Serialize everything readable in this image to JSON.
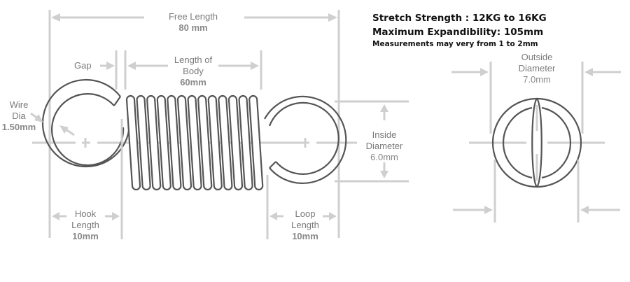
{
  "specs": {
    "stretch_strength": "Stretch Strength : 12KG to 16KG",
    "max_expandability": "Maximum Expandibility: 105mm",
    "tolerance_note": "Measurements may very from 1 to 2mm"
  },
  "dimensions": {
    "free_length": {
      "label": "Free Length",
      "value": "80 mm"
    },
    "gap": {
      "label": "Gap"
    },
    "body_length": {
      "label_line1": "Length of",
      "label_line2": "Body",
      "value": "60mm"
    },
    "wire_dia": {
      "label_line1": "Wire",
      "label_line2": "Dia",
      "value": "1.50mm"
    },
    "inside_diameter": {
      "label_line1": "Inside",
      "label_line2": "Diameter",
      "value": "6.0mm"
    },
    "outside_diameter": {
      "label_line1": "Outside",
      "label_line2": "Diameter",
      "value": "7.0mm"
    },
    "hook_length": {
      "label_line1": "Hook",
      "label_line2": "Length",
      "value": "10mm"
    },
    "loop_length": {
      "label_line1": "Loop",
      "label_line2": "Length",
      "value": "10mm"
    }
  },
  "colors": {
    "dimension_lines": "#cfcfcf",
    "spring_outline": "#555555",
    "label_text": "#7a7a7a",
    "spec_text": "#111111"
  }
}
